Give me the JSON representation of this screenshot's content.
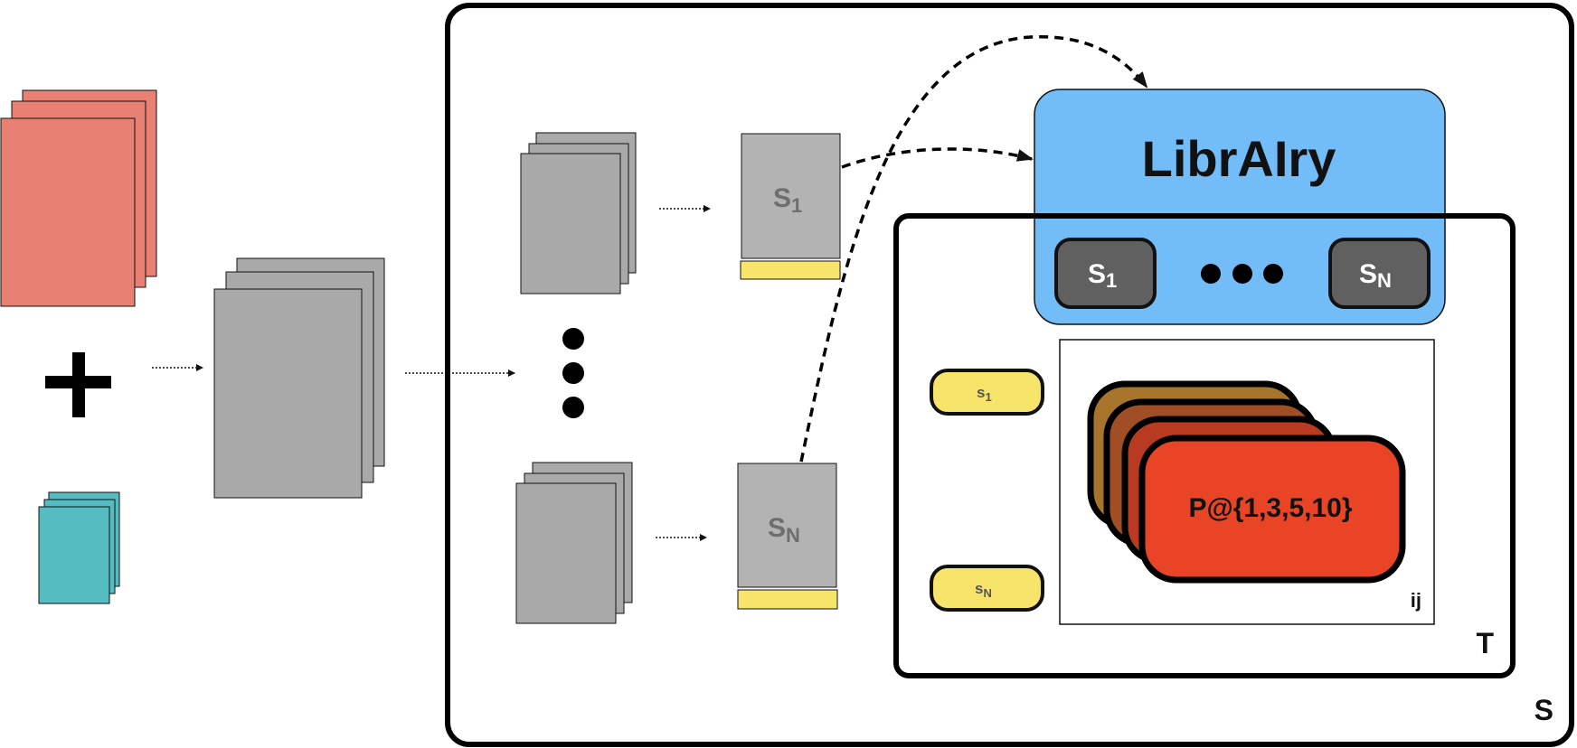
{
  "colors": {
    "input_docs_a": "#e98074",
    "input_docs_b": "#55bcc2",
    "doc_gray": "#a9a9a9",
    "strategy_doc": "#b3b3b3",
    "strategy_tag": "#f7e46a",
    "library_bg": "#72bdf8",
    "chip_dark": "#606060",
    "metric_front": "#e84425",
    "metric_back_1": "#b83a20",
    "metric_back_2": "#a14e25",
    "metric_back_3": "#a6742a"
  },
  "icons": {
    "plus": "plus-icon",
    "ellipsis_vertical": "vertical-ellipsis-icon",
    "ellipsis_horizontal": "horizontal-ellipsis-icon"
  },
  "labels": {
    "library": "LibrAIry",
    "strategy_top": {
      "base": "S",
      "sub": "1"
    },
    "strategy_bottom": {
      "base": "S",
      "sub": "N"
    },
    "chip_first": {
      "base": "S",
      "sub": "1"
    },
    "chip_last": {
      "base": "S",
      "sub": "N"
    },
    "tag_first": {
      "base": "s",
      "sub": "1"
    },
    "tag_last": {
      "base": "s",
      "sub": "N"
    },
    "metric": "P@{1,3,5,10}",
    "metric_index": "ij",
    "test_box": "T",
    "system_box": "S"
  }
}
